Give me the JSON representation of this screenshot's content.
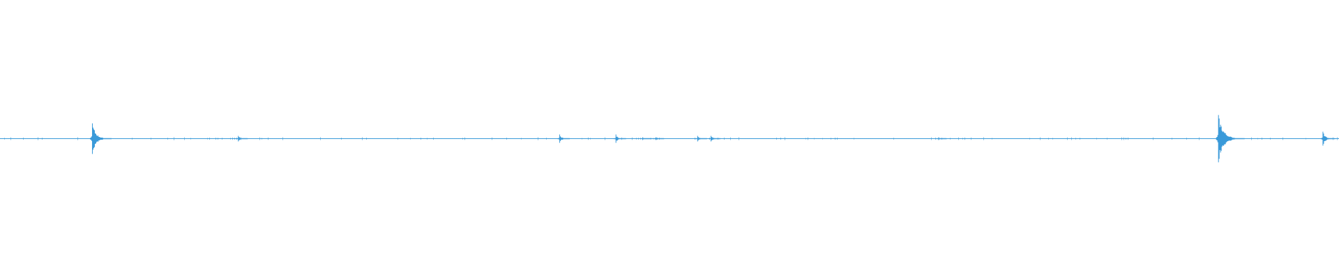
{
  "colors": {
    "background": "#ffffff",
    "waveform": "#3a9ad9"
  },
  "waveform": {
    "baseline_level": 0.0,
    "peak_levels": [
      {
        "t": 0.069,
        "amp": 0.11
      },
      {
        "t": 0.178,
        "amp": 0.02
      },
      {
        "t": 0.418,
        "amp": 0.03
      },
      {
        "t": 0.46,
        "amp": 0.03
      },
      {
        "t": 0.48,
        "amp": 0.01
      },
      {
        "t": 0.49,
        "amp": 0.01
      },
      {
        "t": 0.521,
        "amp": 0.02
      },
      {
        "t": 0.531,
        "amp": 0.02
      },
      {
        "t": 0.701,
        "amp": 0.01
      },
      {
        "t": 0.91,
        "amp": 0.17
      },
      {
        "t": 0.988,
        "amp": 0.05
      }
    ]
  }
}
